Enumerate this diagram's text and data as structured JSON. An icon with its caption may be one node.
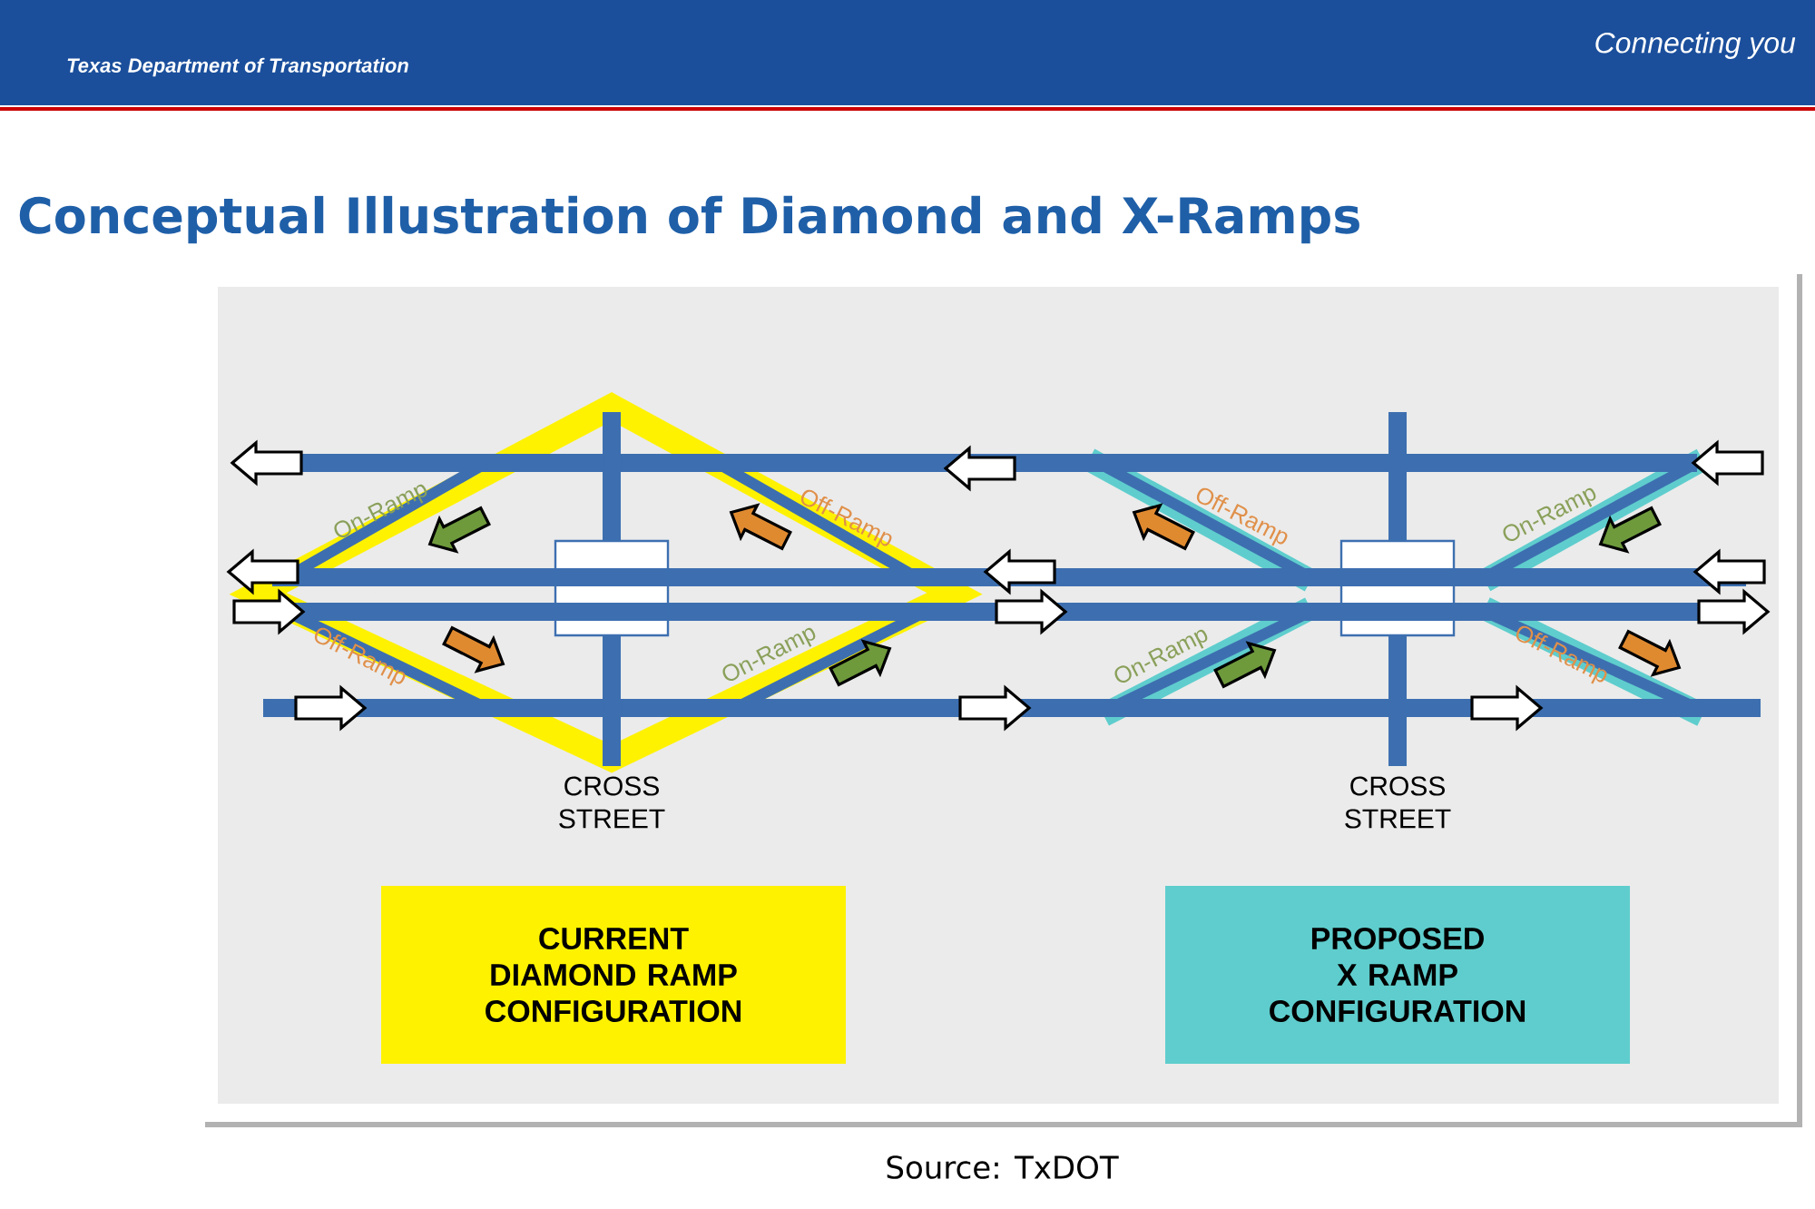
{
  "diagram": {
    "title": "Conceptual Illustration of Diamond and X-Ramps",
    "caption": "Source: TxDOT",
    "nodes": [
      {
        "text": [
          "CURRENT DIAMOND RAMP CONFIGURATION"
        ]
      },
      {
        "text": [
          "PROPOSED X RAMP CONFIGURATION"
        ]
      }
    ],
    "labels": [
      "Texas Department of Transportation",
      "Connecting you",
      "On-Ramp",
      "Off-Ramp",
      "Off-Ramp",
      "On-Ramp",
      "Off-Ramp",
      "On-Ramp",
      "On-Ramp",
      "Off-Ramp",
      "CROSS STREET",
      "CROSS STREET"
    ]
  }
}
